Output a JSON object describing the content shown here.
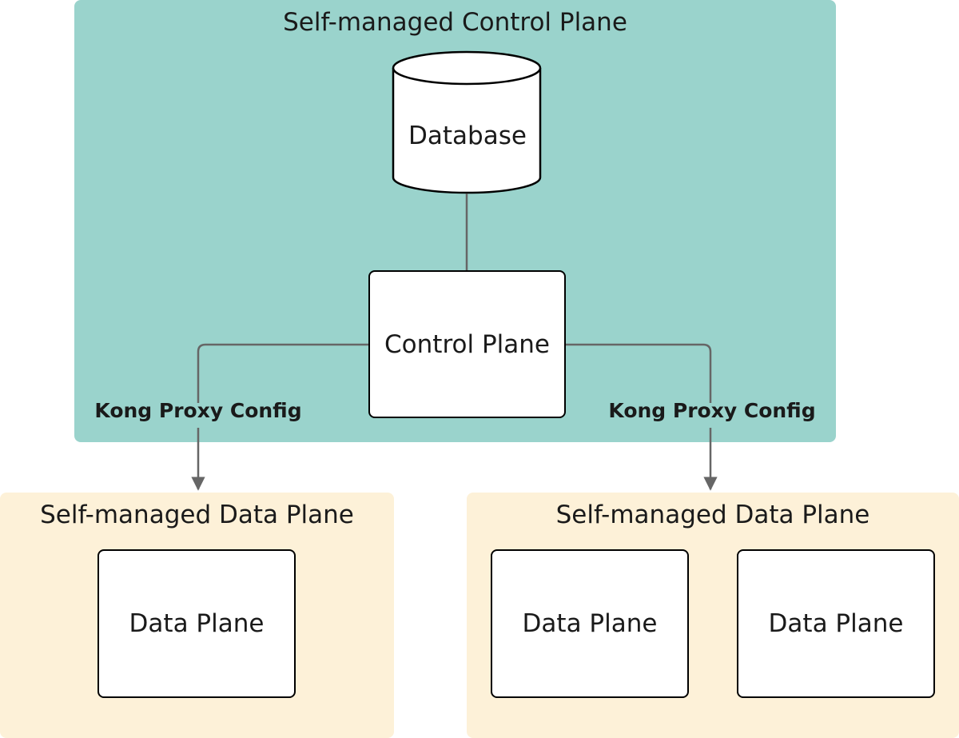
{
  "diagram": {
    "control_plane_group": {
      "title": "Self-managed Control Plane"
    },
    "database": {
      "label": "Database"
    },
    "control_plane": {
      "label": "Control Plane"
    },
    "edges": [
      {
        "label": "Kong Proxy Config"
      },
      {
        "label": "Kong Proxy Config"
      }
    ],
    "data_plane_groups": [
      {
        "title": "Self-managed Data Plane",
        "nodes": [
          "Data Plane"
        ]
      },
      {
        "title": "Self-managed Data Plane",
        "nodes": [
          "Data Plane",
          "Data Plane"
        ]
      }
    ]
  },
  "colors": {
    "control_plane_group_fill": "#9ad3cc",
    "data_plane_group_fill": "#fdf1d8",
    "connector": "#666666",
    "node_border": "#000000"
  }
}
